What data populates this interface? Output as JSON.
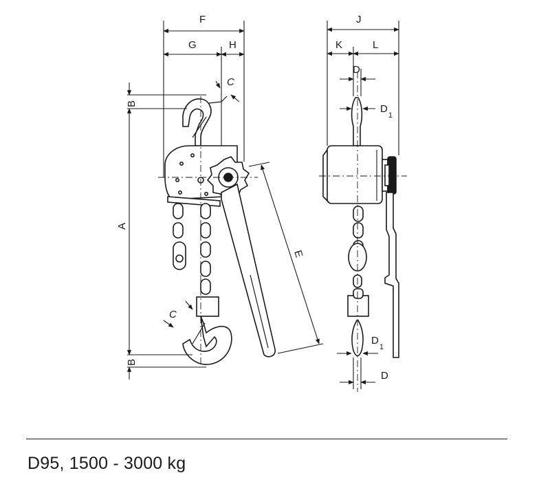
{
  "caption": "D95,  1500 - 3000 kg",
  "dimensions": {
    "a": "A",
    "b_top": "B",
    "b_bottom": "B",
    "c_top": "C",
    "c_bottom": "C",
    "d_top": "D",
    "d_bottom": "D",
    "d1_top_letter": "D",
    "d1_top_sub": "1",
    "d1_bottom_letter": "D",
    "d1_bottom_sub": "1",
    "e": "E",
    "f": "F",
    "g": "G",
    "h": "H",
    "j": "J",
    "k": "K",
    "l": "L"
  }
}
